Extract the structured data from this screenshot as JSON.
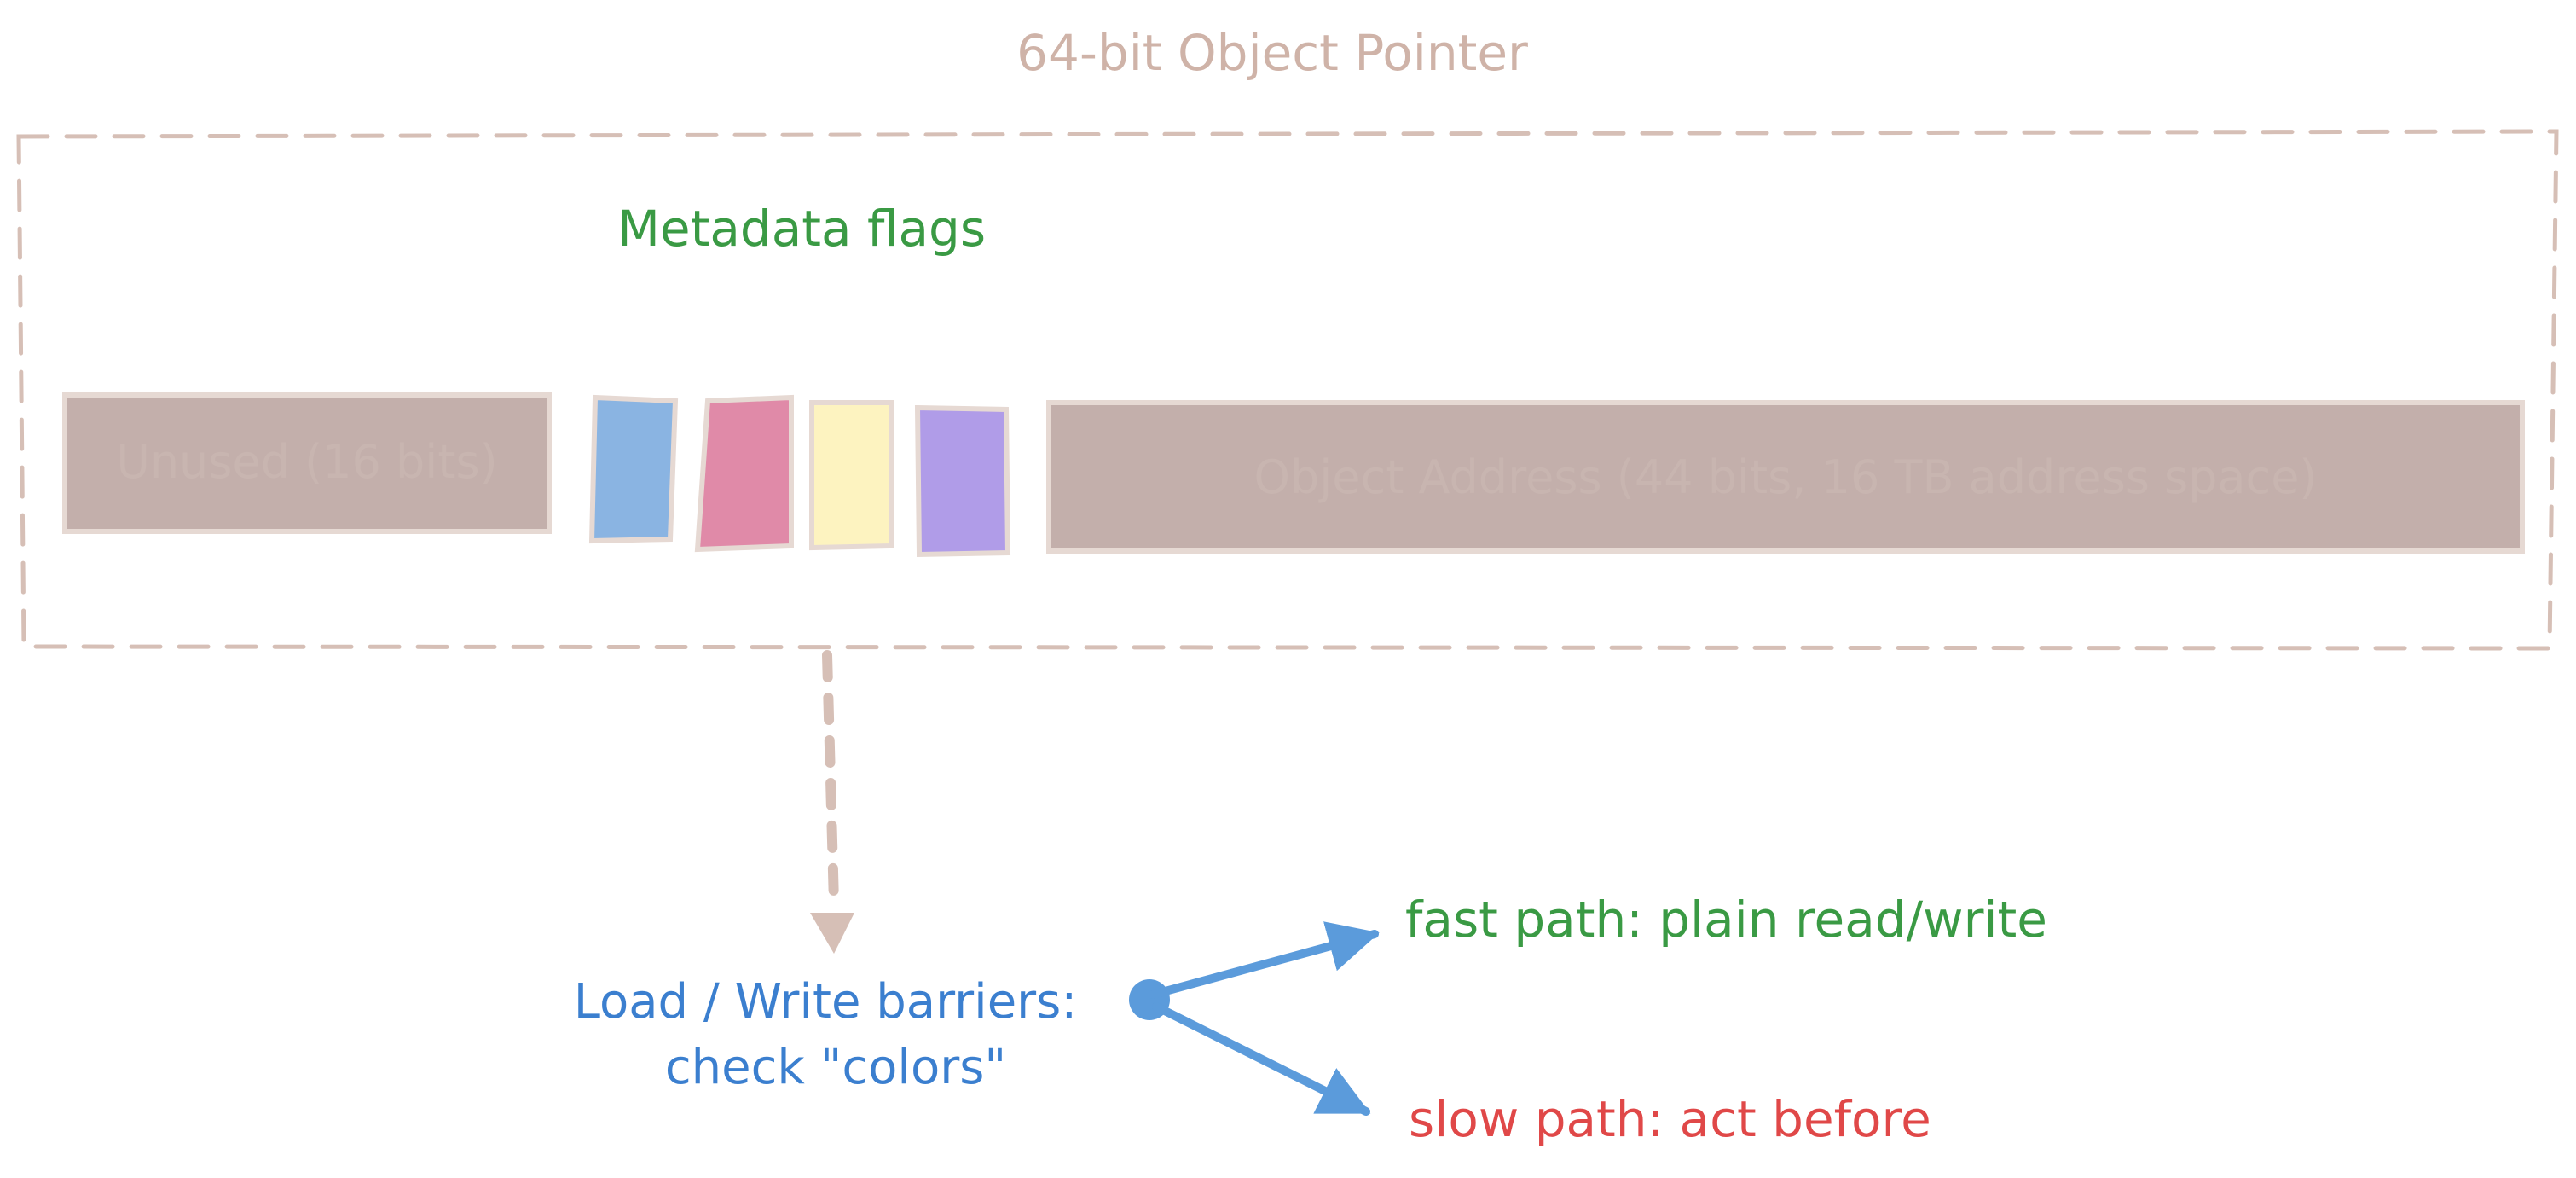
{
  "diagram": {
    "title": "64-bit Object Pointer",
    "metadata_label": "Metadata flags",
    "segments": {
      "unused": "Unused (16 bits)",
      "address": "Object Address (44 bits, 16 TB address space)"
    },
    "barrier_label_line1": "Load / Write barriers:",
    "barrier_label_line2": "check \"colors\"",
    "fast_path": "fast path: plain read/write",
    "slow_path": "slow path: act before"
  },
  "colors": {
    "frame": "#d6bfb6",
    "title": "#cfb3a8",
    "segment_fill": "#c3afab",
    "segment_text": "#c8b5b0",
    "segment_border": "#e6d9d3",
    "metadata_text": "#3a9a44",
    "flag_blue": "#8ab4e2",
    "flag_pink": "#e08aa8",
    "flag_yellow": "#fdf3c0",
    "flag_purple": "#b09ce8",
    "barrier_text": "#3b7fcf",
    "arrow_blue": "#5b9bdb",
    "fast_text": "#3a9a44",
    "slow_text": "#e04848"
  },
  "flags": [
    {
      "name": "blue-flag",
      "color": "#8ab4e2"
    },
    {
      "name": "pink-flag",
      "color": "#e08aa8"
    },
    {
      "name": "yellow-flag",
      "color": "#fdf3c0"
    },
    {
      "name": "purple-flag",
      "color": "#b09ce8"
    }
  ]
}
